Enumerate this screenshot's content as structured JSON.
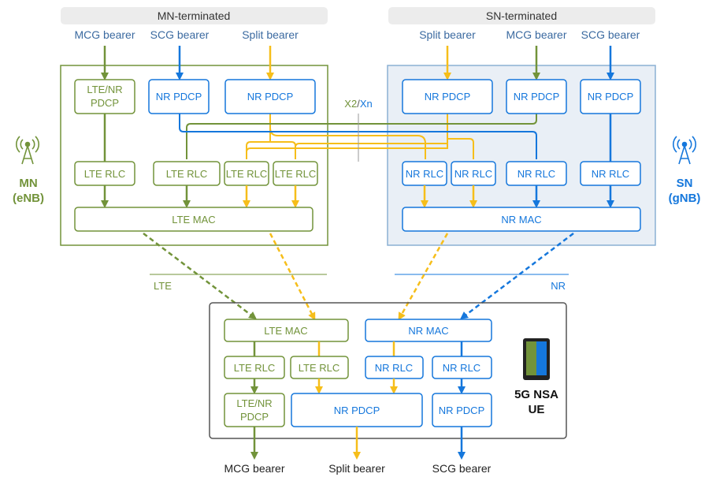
{
  "headers": {
    "mn_terminated": "MN-terminated",
    "sn_terminated": "SN-terminated"
  },
  "bearers": {
    "mcg": "MCG bearer",
    "scg": "SCG bearer",
    "split": "Split bearer"
  },
  "layers": {
    "lte_nr_pdcp_line1": "LTE/NR",
    "lte_nr_pdcp_line2": "PDCP",
    "nr_pdcp": "NR PDCP",
    "lte_rlc": "LTE RLC",
    "nr_rlc": "NR RLC",
    "lte_mac": "LTE MAC",
    "nr_mac": "NR MAC"
  },
  "interface": {
    "x2": "X2",
    "slash": "/",
    "xn": "Xn"
  },
  "nodes": {
    "mn_line1": "MN",
    "mn_line2": "(eNB)",
    "sn_line1": "SN",
    "sn_line2": "(gNB)",
    "ue_line1": "5G NSA",
    "ue_line2": "UE"
  },
  "radio": {
    "lte": "LTE",
    "nr": "NR"
  },
  "colors": {
    "lte_green": "#72933a",
    "nr_blue": "#1577dc",
    "split_yellow": "#f6be1a",
    "bearer_label_blue": "#3b6aa0",
    "sn_panel_fill": "#e9eff6",
    "sn_panel_stroke": "#8bb0d4",
    "header_gray": "#ececec",
    "ue_box_stroke": "#555555"
  }
}
